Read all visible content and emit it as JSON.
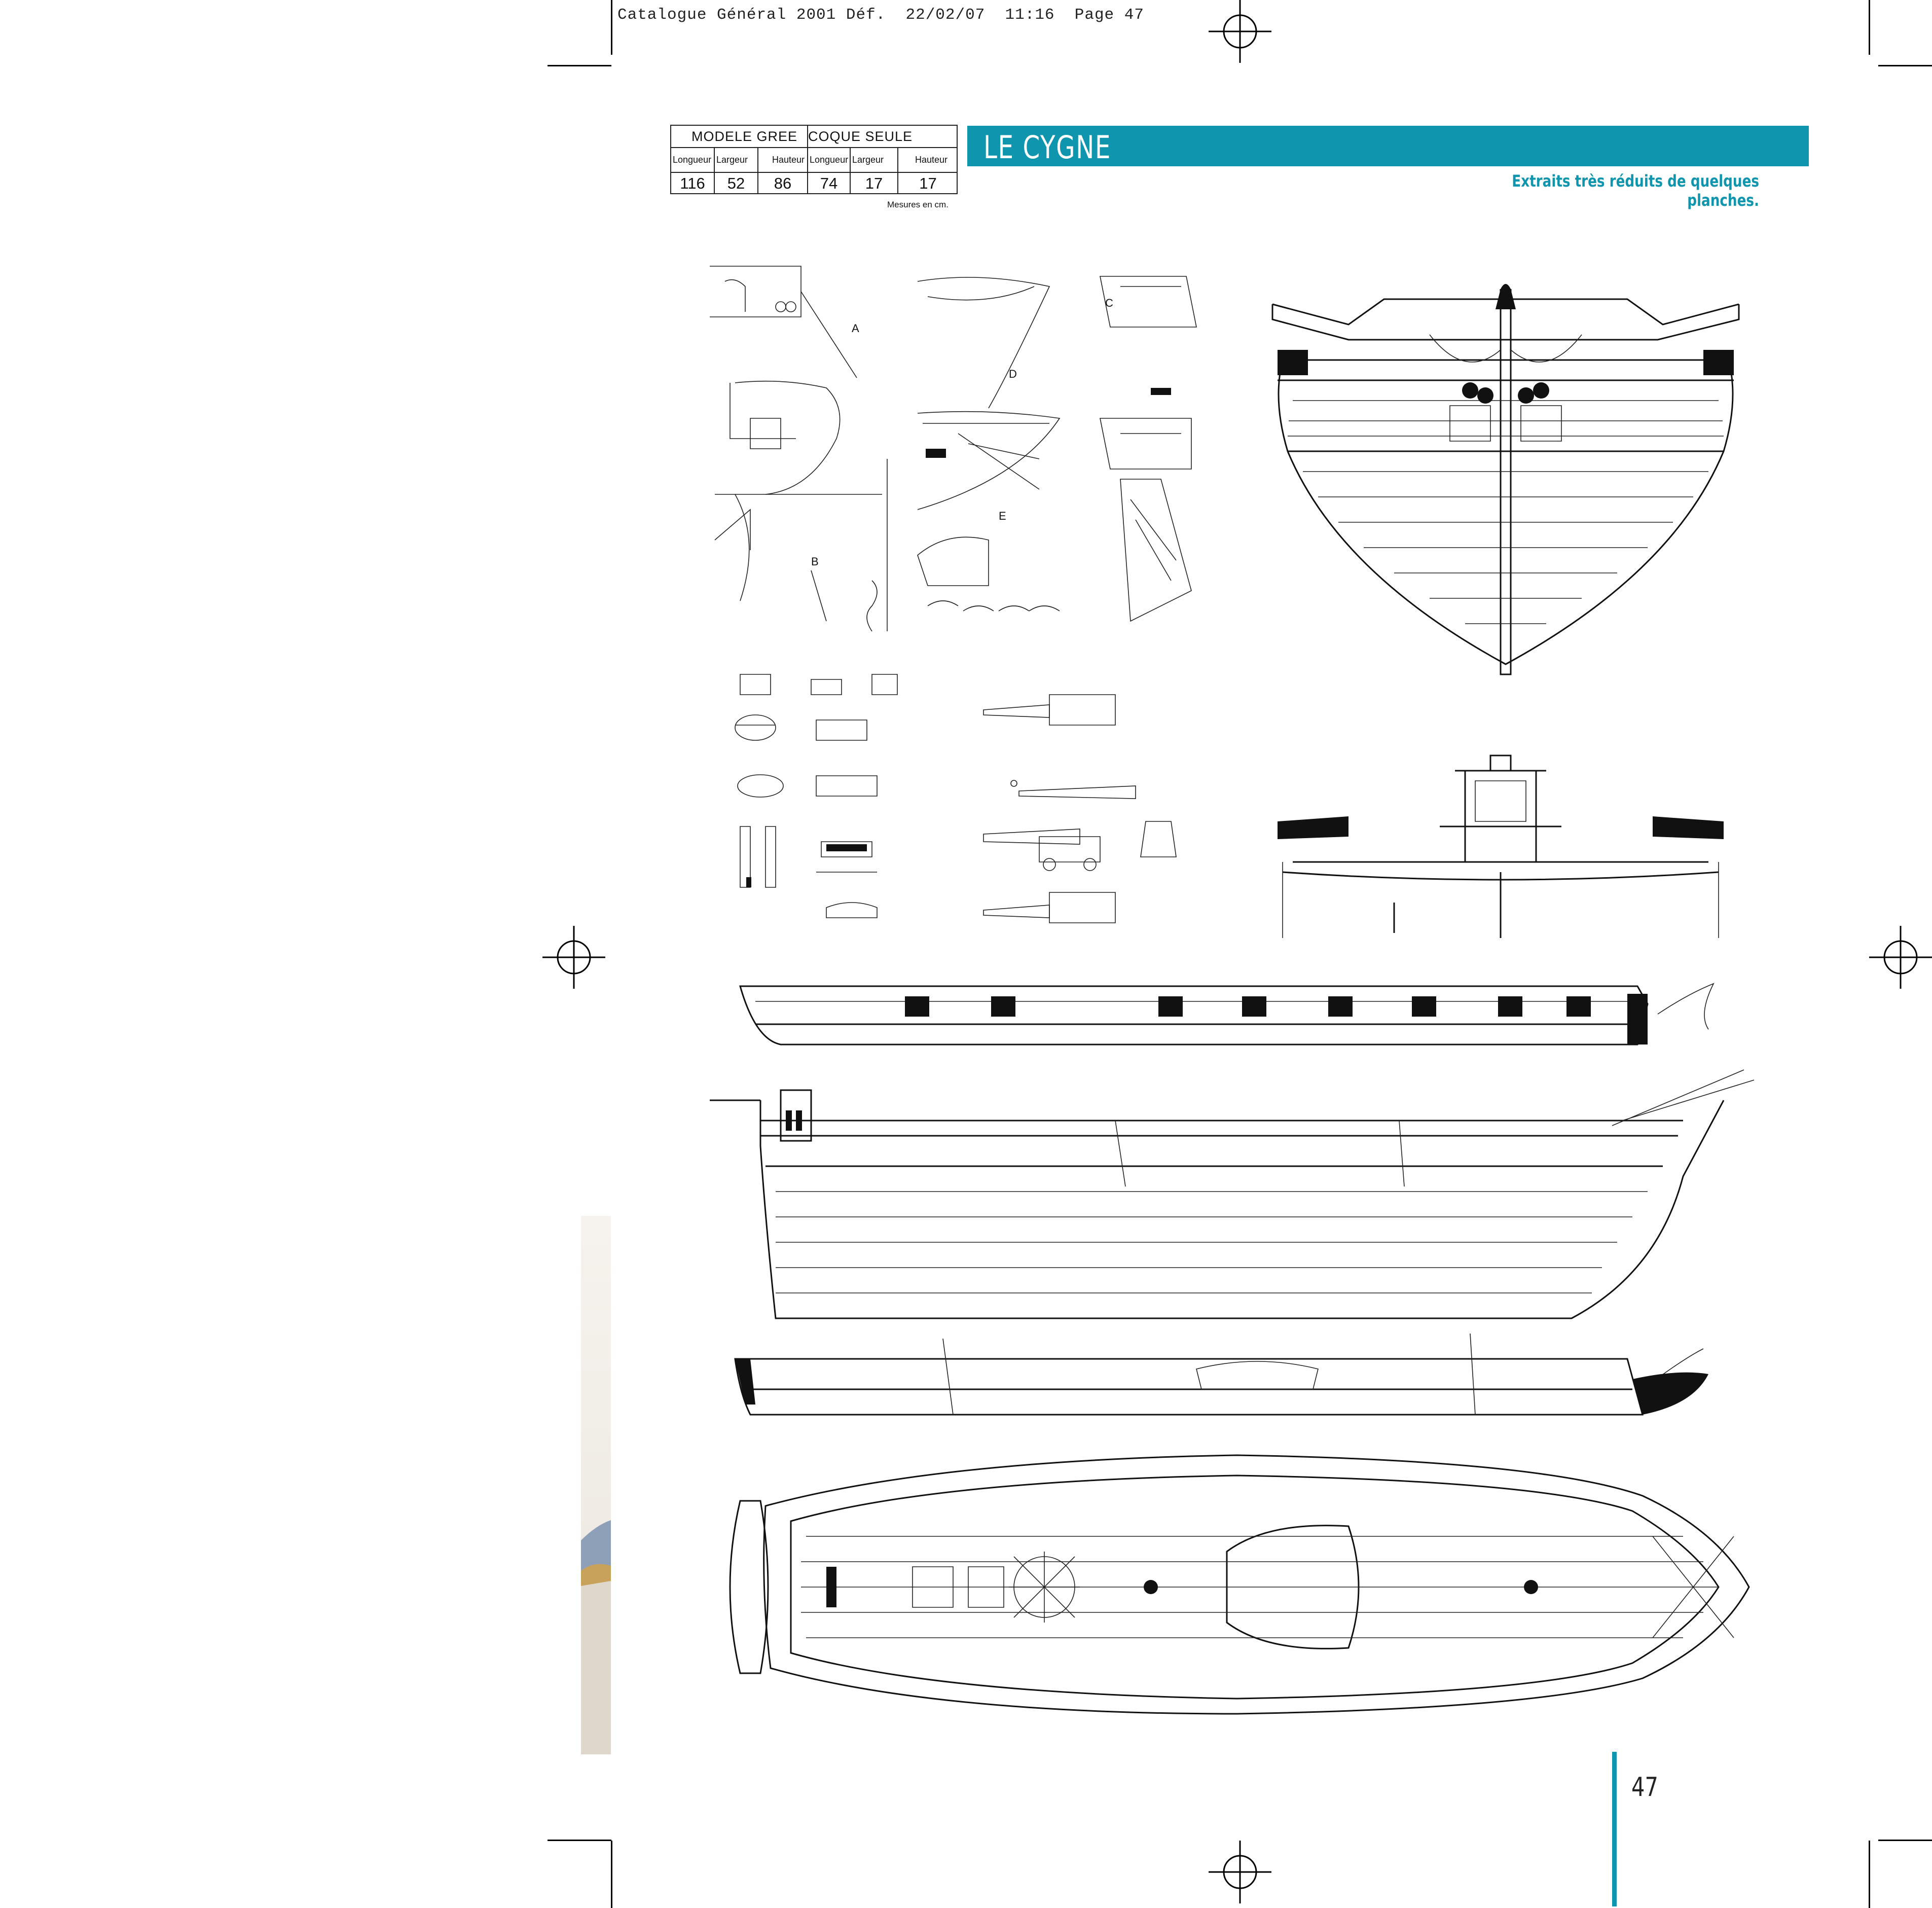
{
  "header": {
    "slug": "Catalogue Général 2001 Déf.  22/02/07  11:16  Page 47"
  },
  "dimensions": {
    "groups": [
      "MODELE GREE",
      "COQUE SEULE"
    ],
    "columns": [
      "Longueur",
      "Largeur",
      "Hauteur",
      "Longueur",
      "Largeur",
      "Hauteur"
    ],
    "values": [
      "116",
      "52",
      "86",
      "74",
      "17",
      "17"
    ],
    "units_note": "Mesures en cm."
  },
  "title": "LE CYGNE",
  "subtitle": "Extraits très réduits de quelques planches.",
  "page_number": "47",
  "colors": {
    "accent": "#0f95ad",
    "ink": "#111111"
  }
}
